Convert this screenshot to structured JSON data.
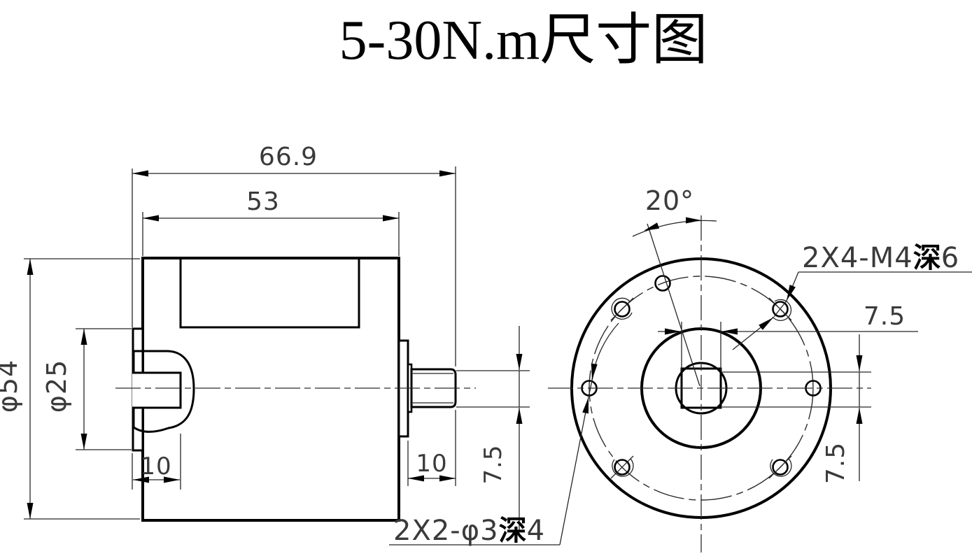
{
  "title": "5-30N.m尺寸图",
  "side_view": {
    "overall_length": "66.9",
    "body_length": "53",
    "outer_diameter": "φ54",
    "flange_bore_diameter": "φ25",
    "coupler_depth": "10",
    "shaft_length": "10",
    "shaft_diameter": "7.5"
  },
  "front_view": {
    "hole_angle": "20°",
    "square_width": "7.5",
    "square_height": "7.5",
    "m4_label": {
      "count": "2X4-M4",
      "depth_word": "深",
      "depth_value": "6"
    },
    "phi3_label": {
      "count": "2X2-φ3",
      "depth_word": "深",
      "depth_value": "4"
    }
  }
}
